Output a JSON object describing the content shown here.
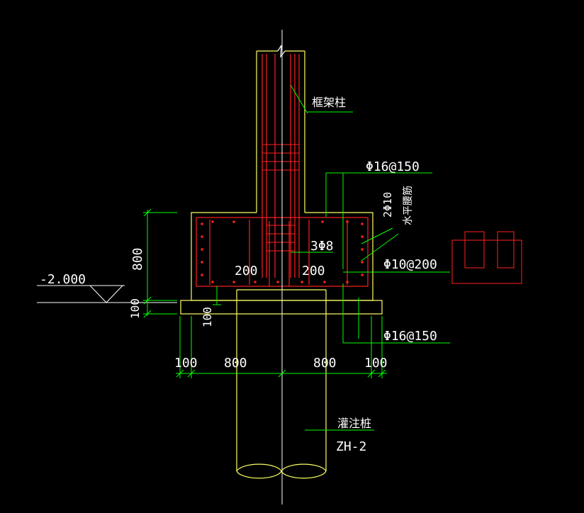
{
  "colors": {
    "background": "#000000",
    "concrete_outline": "#ffff66",
    "rebar": "#ff2020",
    "dimension": "#00ff00",
    "center_line": "#ffffff",
    "text": "#ffffff"
  },
  "labels": {
    "column": "框架柱",
    "top_bar": "Φ16@150",
    "waist_bar": "2Φ10",
    "waist_bar_note": "水平腰筋",
    "stirrup_legs": "3Φ8",
    "spacing_left": "200",
    "spacing_right": "200",
    "stirrup": "Φ10@200",
    "bottom_bar": "Φ16@150",
    "elevation": "-2.000",
    "pile": "灌注桩",
    "pile_code": "ZH-2"
  },
  "dimensions": {
    "cap_height": "800",
    "cushion_height": "100",
    "cushion_height_2": "100",
    "width_left_edge": "100",
    "width_left": "800",
    "width_right": "800",
    "width_right_edge": "100"
  }
}
